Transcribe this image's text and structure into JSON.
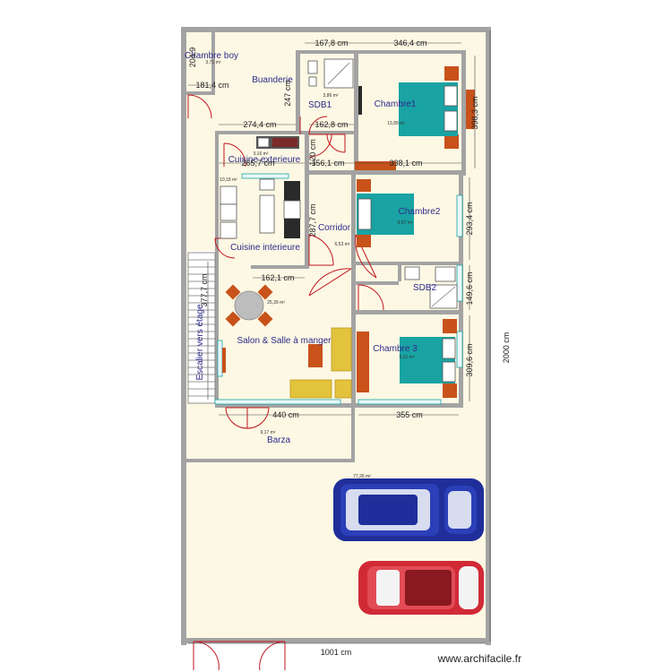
{
  "rooms": {
    "chambre_boy": "Chambre boy",
    "buanderie": "Buanderie",
    "sdb1": "SDB1",
    "chambre1": "Chambre1",
    "cuisine_exterieure": "Cuisine exterieure",
    "cuisine_interieure": "Cuisine interieure",
    "corridor": "Corridor",
    "chambre2": "Chambre2",
    "sdb2": "SDB2",
    "salon": "Salon & Salle à manger",
    "chambre3": "Chambre 3",
    "barza": "Barza",
    "escalier": "Escalier vers étage"
  },
  "areas": {
    "chambre_boy": "3,71 m²",
    "sdb1": "3,86 m²",
    "chambre1": "13,89 m²",
    "cuisine_exterieure": "3,16 m²",
    "cuisine_interieure": "10,18 m²",
    "corridor": "6,53 m²",
    "chambre2": "9,57 m²",
    "salon": "25,39 m²",
    "chambre3": "9,31 m²",
    "barza": "9,17 m²",
    "parking": "77,26 m²"
  },
  "dimensions": {
    "d_1678": "167,8 cm",
    "d_3464": "346,4 cm",
    "d_2049": "204,9",
    "d_1814": "181,4 cm",
    "d_247": "247 cm",
    "d_3983": "398,3 cm",
    "d_2744": "274,4 cm",
    "d_1628": "162,8 cm",
    "d_120": "120 cm",
    "d_2657": "265,7 cm",
    "d_1561": "156,1 cm",
    "d_3381": "338,1 cm",
    "d_2934": "293,4 cm",
    "d_2877": "287,7 cm",
    "d_1621": "162,1 cm",
    "d_377": "377,7 cm",
    "d_1496": "149,6 cm",
    "d_2000": "2000 cm",
    "d_3096": "309,6 cm",
    "d_440": "440 cm",
    "d_355": "355 cm",
    "d_1001": "1001 cm"
  },
  "watermark": "www.archifacile.fr",
  "colors": {
    "floor": "#fdf8e4",
    "wall": "#a3a3a3",
    "bed": "#19a3a3",
    "wood": "#c8521a",
    "car_blue": "#1f2e9a",
    "car_red": "#d12a36",
    "door": "#c0161e"
  }
}
